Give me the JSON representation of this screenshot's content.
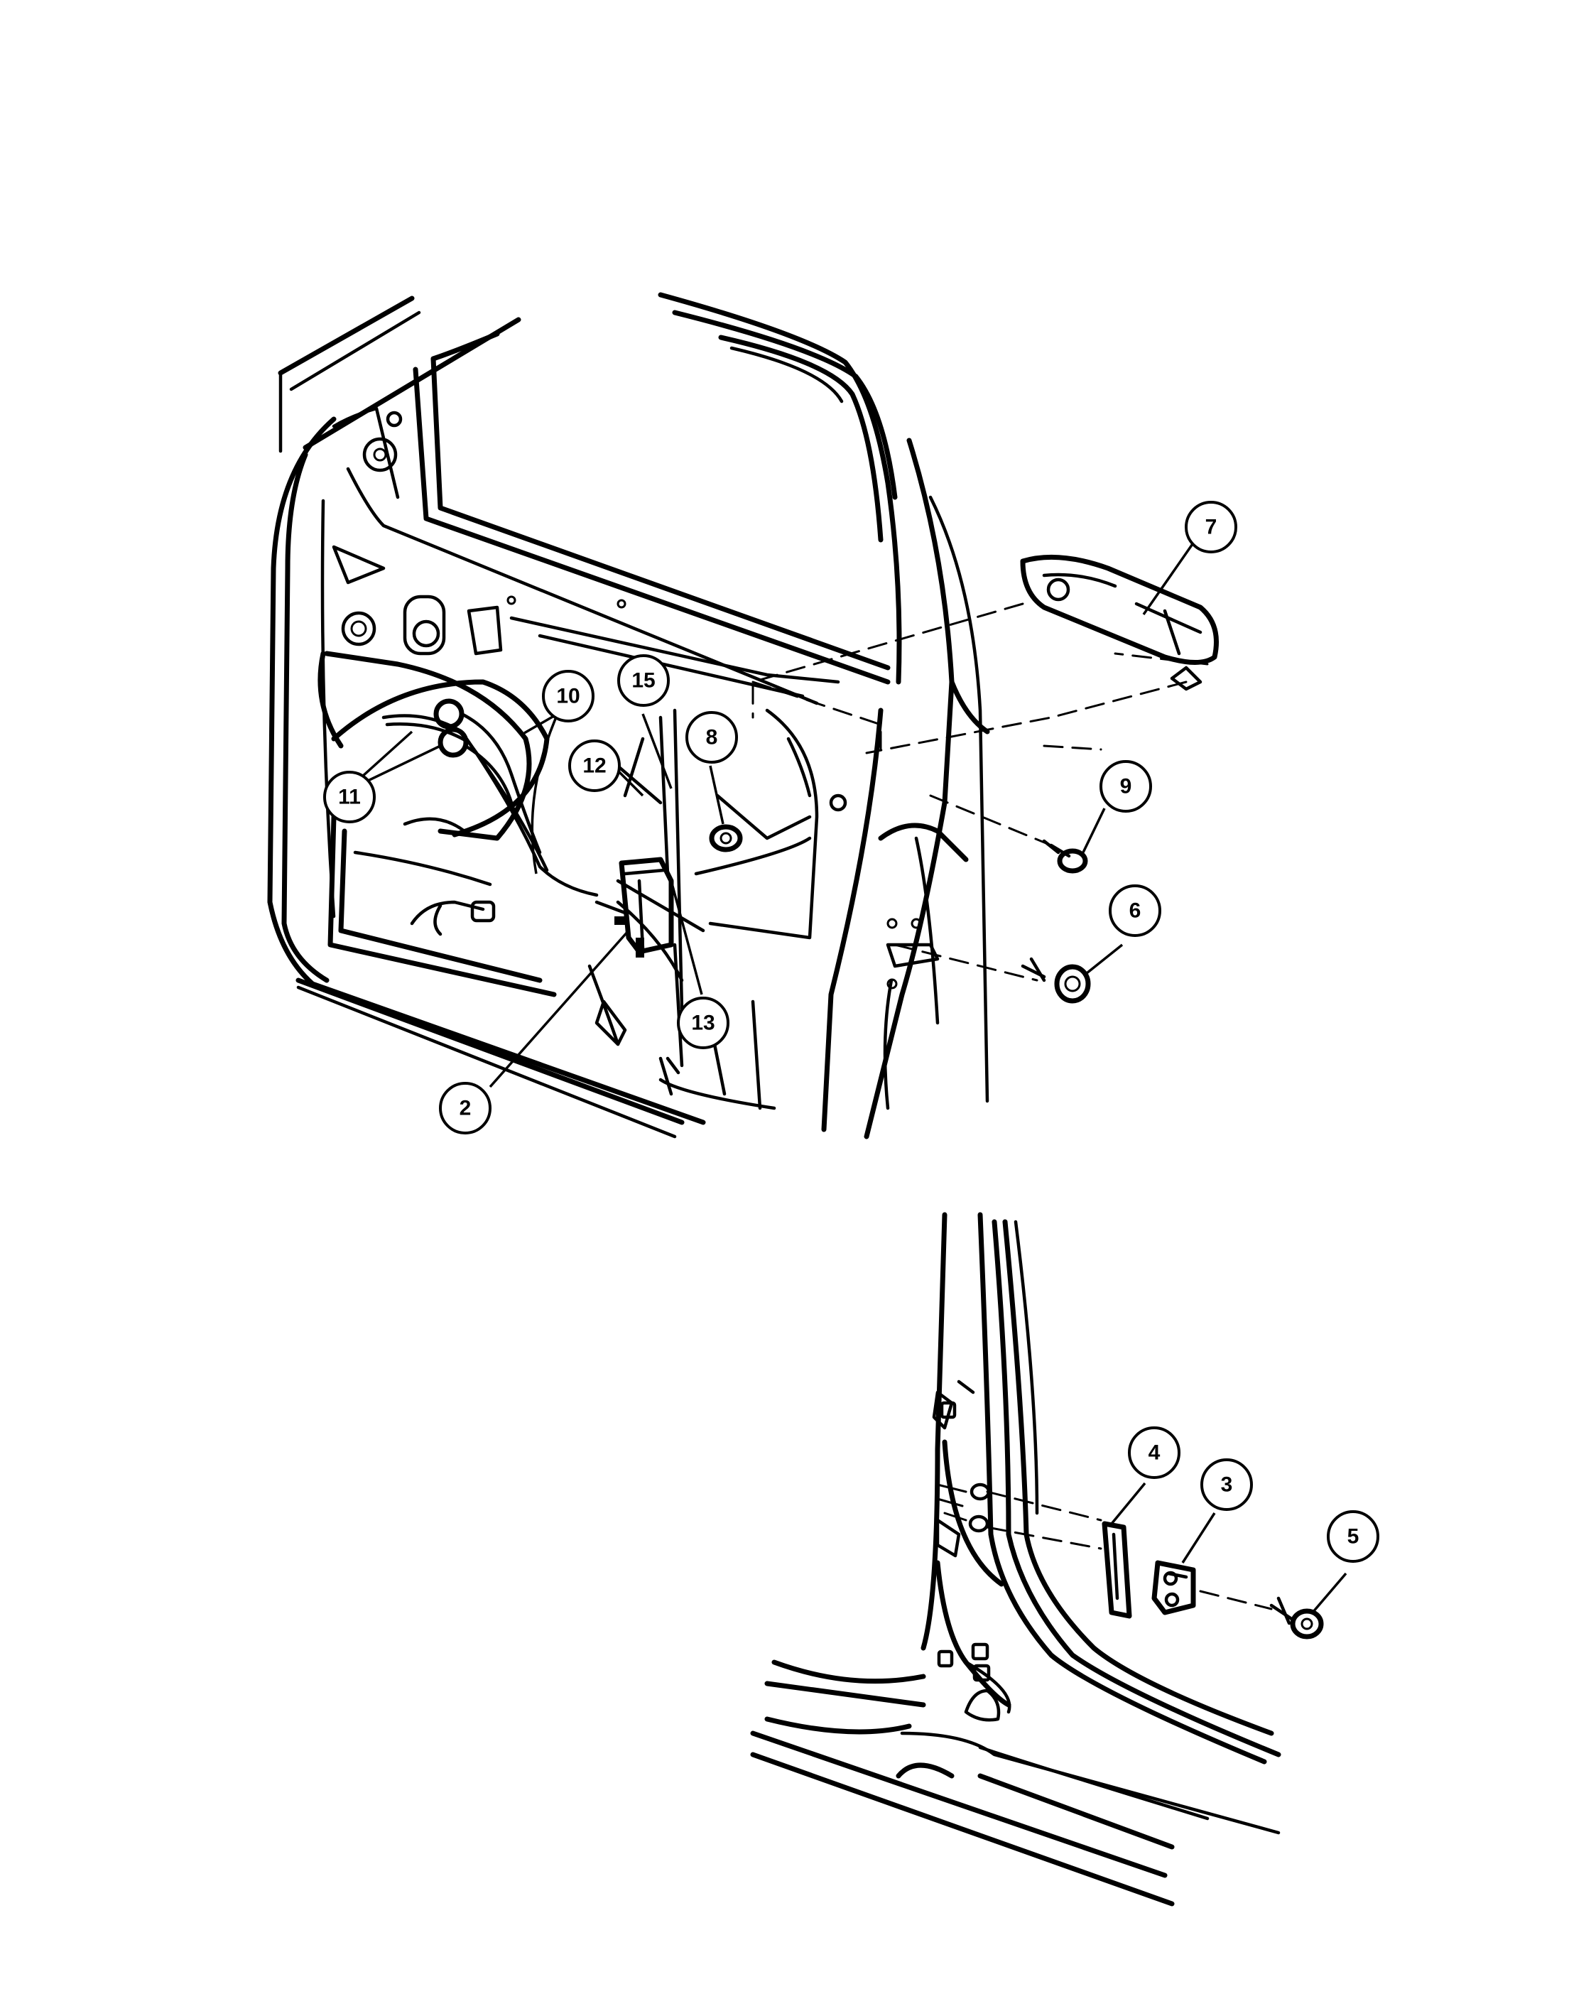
{
  "callouts": [
    {
      "id": "2",
      "label": "2"
    },
    {
      "id": "3",
      "label": "3"
    },
    {
      "id": "4",
      "label": "4"
    },
    {
      "id": "5",
      "label": "5"
    },
    {
      "id": "6",
      "label": "6"
    },
    {
      "id": "7",
      "label": "7"
    },
    {
      "id": "8",
      "label": "8"
    },
    {
      "id": "9",
      "label": "9"
    },
    {
      "id": "10",
      "label": "10"
    },
    {
      "id": "11",
      "label": "11"
    },
    {
      "id": "12",
      "label": "12"
    },
    {
      "id": "13",
      "label": "13"
    },
    {
      "id": "15",
      "label": "15"
    }
  ]
}
